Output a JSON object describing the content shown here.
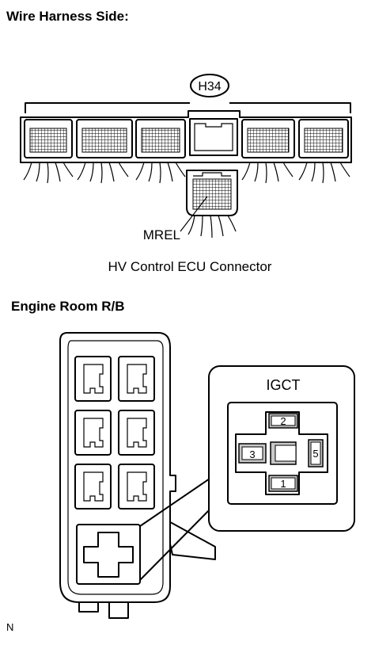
{
  "section_wire_harness": "Wire Harness Side:",
  "connector_id": "H34",
  "terminal_label": "MREL",
  "connector_caption": "HV Control ECU Connector",
  "section_engine_room": "Engine Room R/B",
  "relay_name": "IGCT",
  "relay_terminals": {
    "top": "2",
    "left": "3",
    "right": "5",
    "bottom": "1"
  },
  "footer_code": "N"
}
